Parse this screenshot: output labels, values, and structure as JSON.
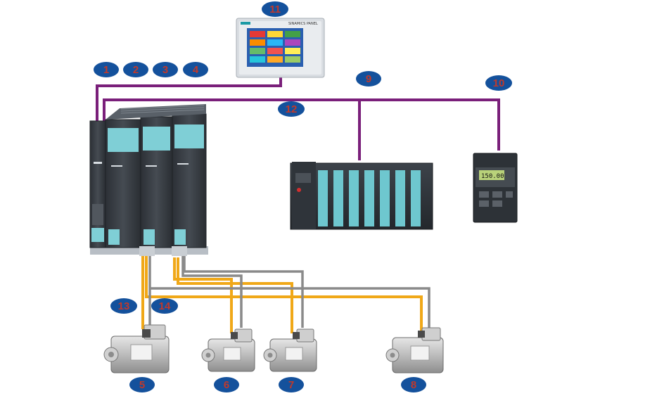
{
  "colors": {
    "network": "#7a1f7a",
    "power_cable": "#f0a818",
    "encoder_cable": "#8a8a8a",
    "badge_fill": "#14519c",
    "badge_text": "#c0392b",
    "drive_body": "#3a3f45",
    "drive_accent": "#7fcfd6"
  },
  "hmi": {
    "brand": "SINAMICS PANEL"
  },
  "vfd": {
    "readout": "150.00"
  },
  "badges": [
    {
      "id": "b1",
      "label": "1"
    },
    {
      "id": "b2",
      "label": "2"
    },
    {
      "id": "b3",
      "label": "3"
    },
    {
      "id": "b4",
      "label": "4"
    },
    {
      "id": "b5",
      "label": "5"
    },
    {
      "id": "b6",
      "label": "6"
    },
    {
      "id": "b7",
      "label": "7"
    },
    {
      "id": "b8",
      "label": "8"
    },
    {
      "id": "b9",
      "label": "9"
    },
    {
      "id": "b10",
      "label": "10"
    },
    {
      "id": "b11",
      "label": "11"
    },
    {
      "id": "b12",
      "label": "12"
    },
    {
      "id": "b13",
      "label": "13"
    },
    {
      "id": "b14",
      "label": "14"
    }
  ]
}
